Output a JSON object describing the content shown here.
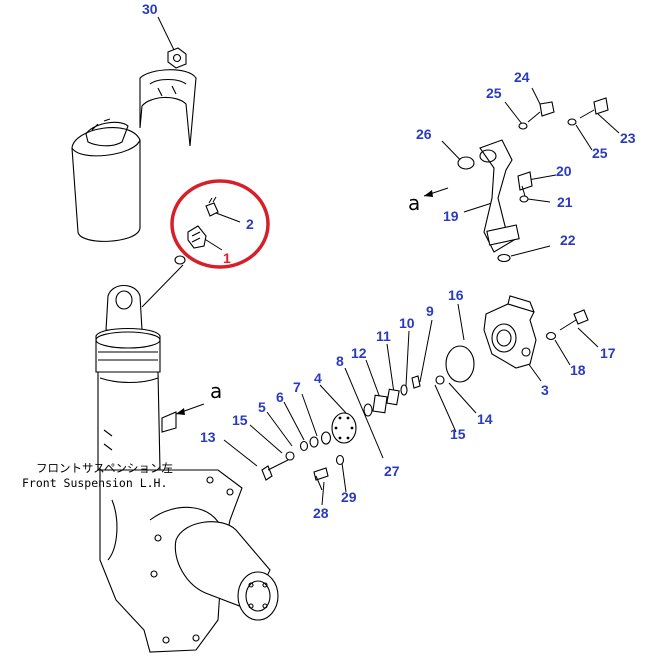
{
  "callouts": {
    "c1": "1",
    "c2": "2",
    "c3": "3",
    "c4": "4",
    "c5": "5",
    "c6": "6",
    "c7": "7",
    "c8": "8",
    "c9": "9",
    "c10": "10",
    "c11": "11",
    "c12": "12",
    "c13": "13",
    "c14": "14",
    "c15a": "15",
    "c15b": "15",
    "c16": "16",
    "c17": "17",
    "c18": "18",
    "c19": "19",
    "c20": "20",
    "c21": "21",
    "c22": "22",
    "c23": "23",
    "c24": "24",
    "c25a": "25",
    "c25b": "25",
    "c26": "26",
    "c27": "27",
    "c28": "28",
    "c29": "29",
    "c30": "30"
  },
  "reference_marks": {
    "a_top": "a",
    "a_left": "a"
  },
  "caption": {
    "japanese": "フロントサスペンション左",
    "english": "Front Suspension L.H."
  },
  "colors": {
    "callout": "#2b3bbf",
    "highlight": "#e0202a",
    "highlight_ring": "#d81e28",
    "line": "#000000"
  }
}
